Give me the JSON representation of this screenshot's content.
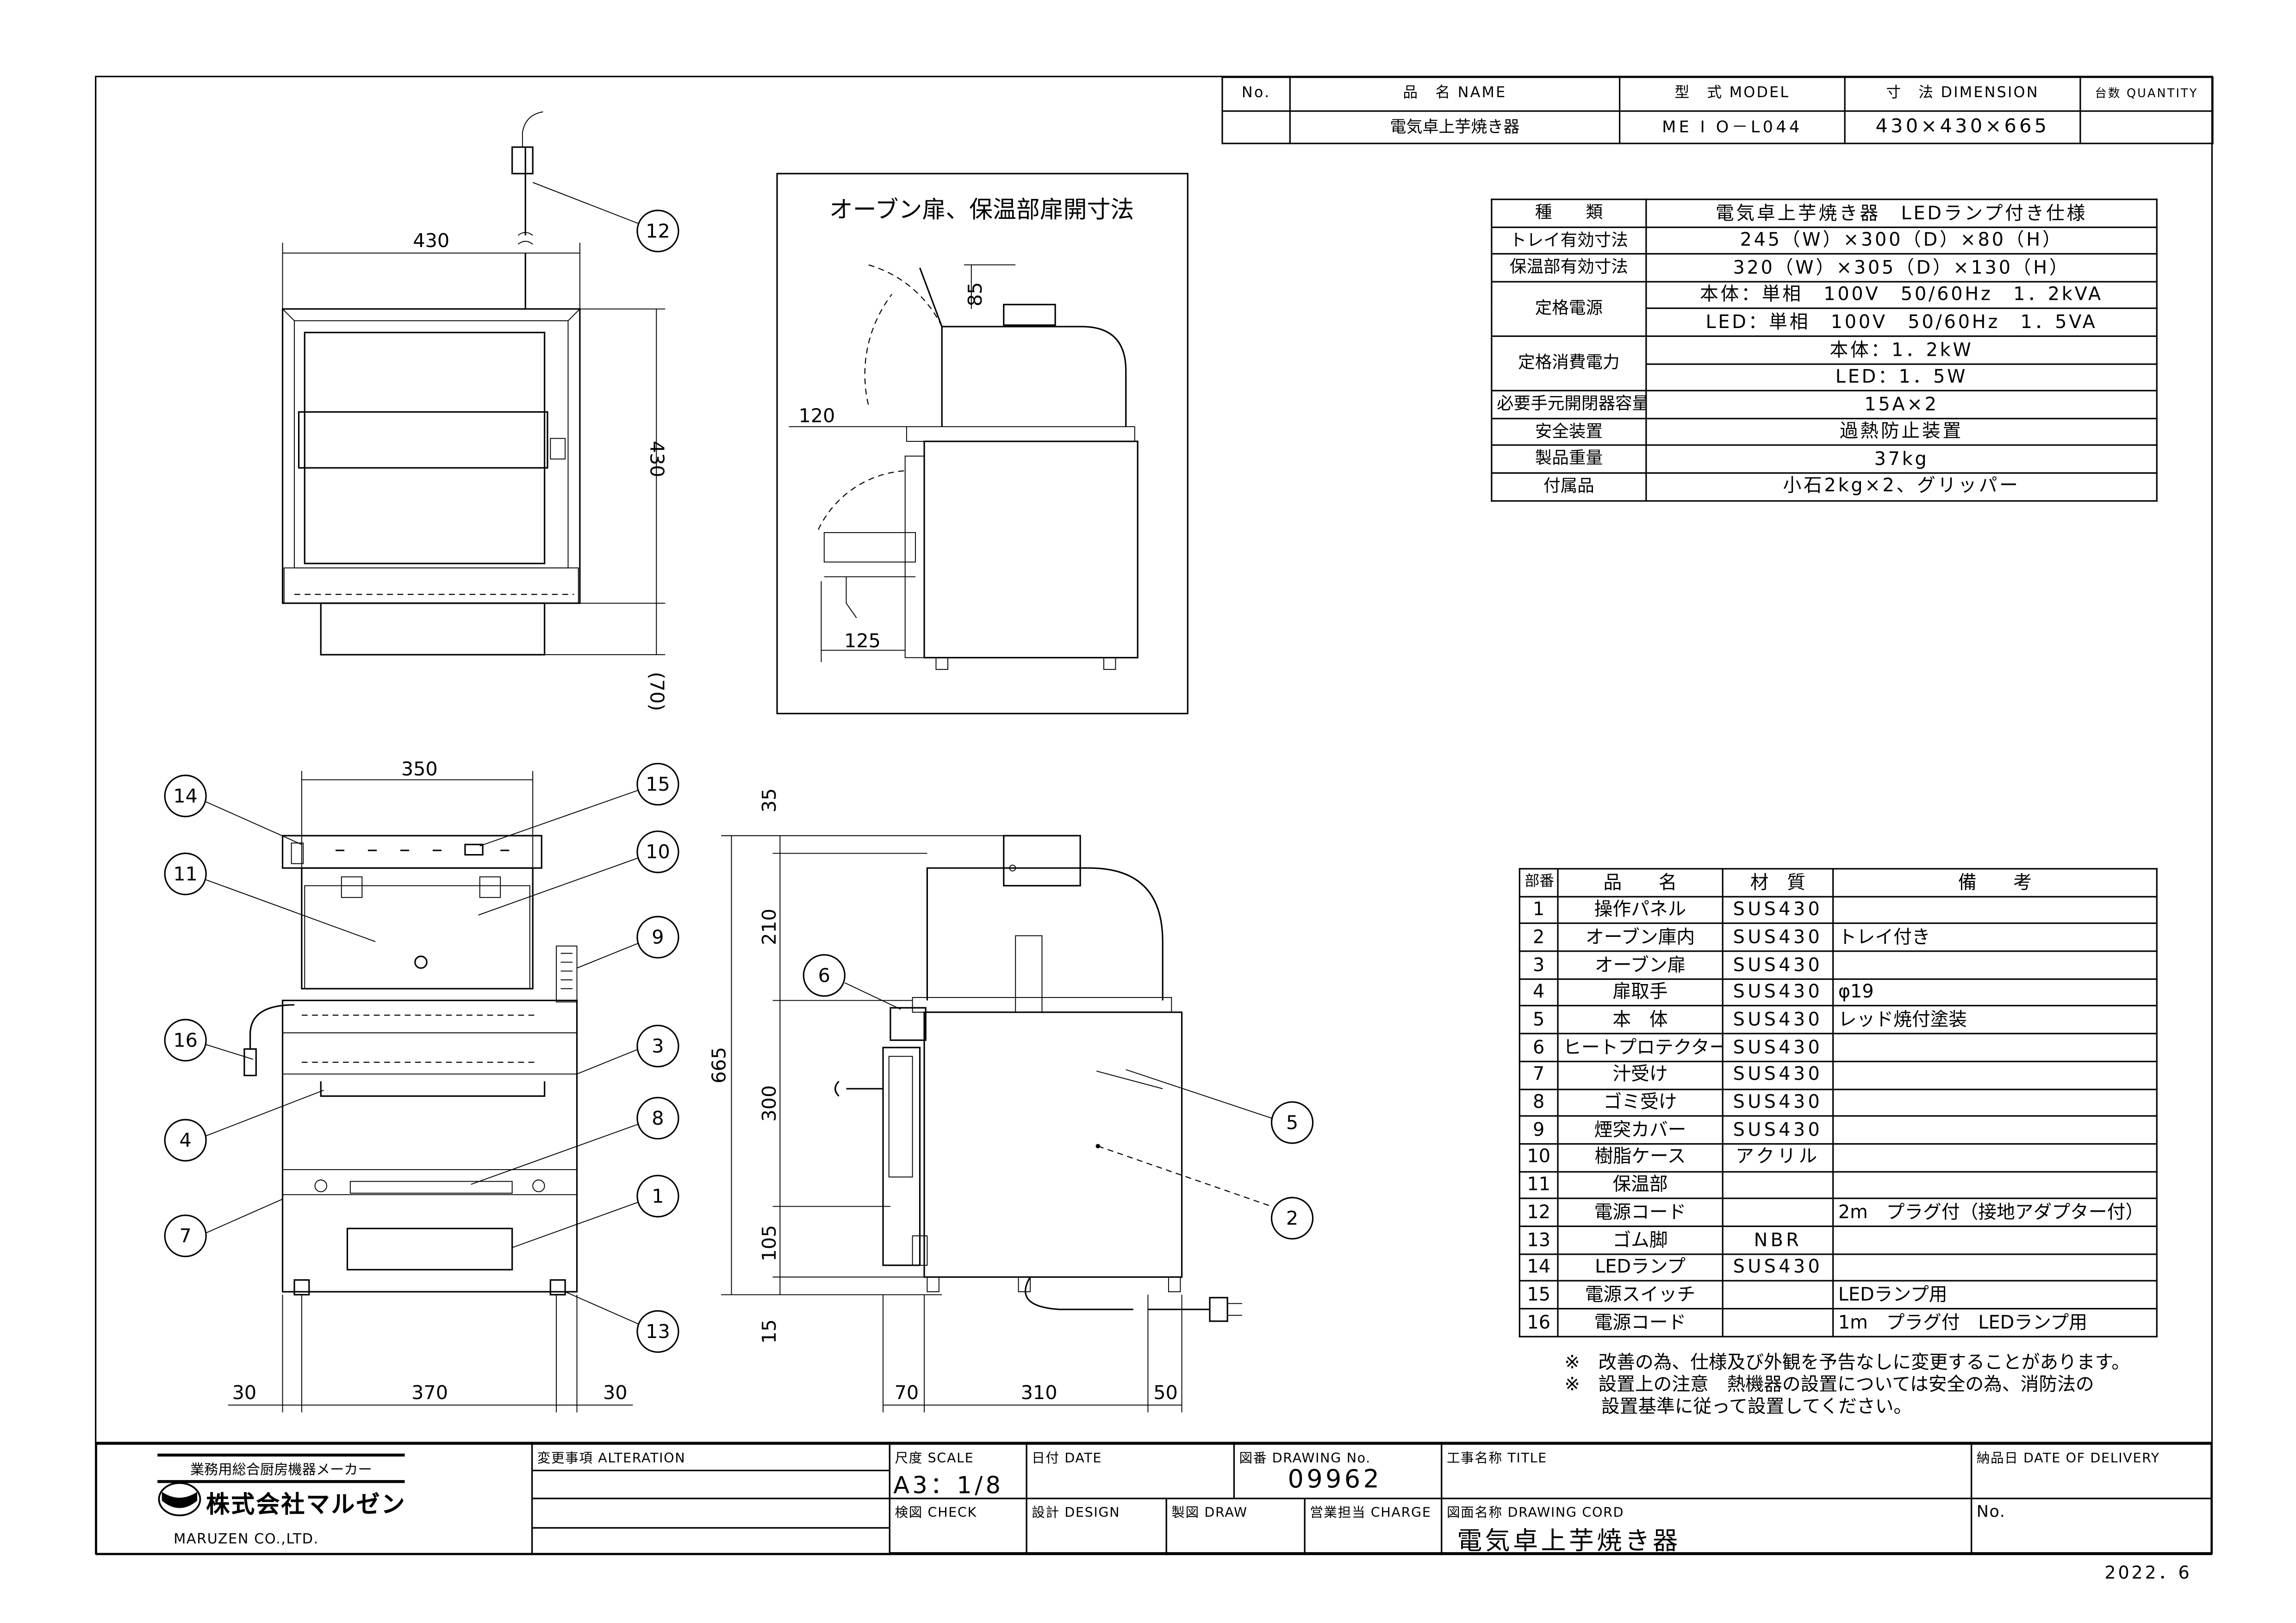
{
  "header_table": {
    "headers": {
      "no": "No.",
      "name": "品　名 NAME",
      "model": "型　式 MODEL",
      "dimension": "寸　法 DIMENSION",
      "quantity": "台数 QUANTITY"
    },
    "row": {
      "no": "",
      "name": "電気卓上芋焼き器",
      "model": "ME I O－L044",
      "dimension": "430×430×665",
      "quantity": ""
    }
  },
  "specs": [
    {
      "label": "種　　類",
      "values": [
        "電気卓上芋焼き器　LEDランプ付き仕様"
      ]
    },
    {
      "label": "トレイ有効寸法",
      "values": [
        "245（W）×300（D）×80（H）"
      ]
    },
    {
      "label": "保温部有効寸法",
      "values": [
        "320（W）×305（D）×130（H）"
      ]
    },
    {
      "label": "定格電源",
      "values": [
        "本体：単相　100V　50/60Hz　1．2kVA",
        "LED：単相　100V　50/60Hz　1．5VA"
      ]
    },
    {
      "label": "定格消費電力",
      "values": [
        "本体：1．2kW",
        "LED：1．5W"
      ]
    },
    {
      "label": "必要手元開閉器容量",
      "values": [
        "15A×2"
      ]
    },
    {
      "label": "安全装置",
      "values": [
        "過熱防止装置"
      ]
    },
    {
      "label": "製品重量",
      "values": [
        "37kg"
      ]
    },
    {
      "label": "付属品",
      "values": [
        "小石2kg×2、グリッパー"
      ]
    }
  ],
  "parts": {
    "headers": [
      "部番",
      "品　　名",
      "材　質",
      "備　　考"
    ],
    "items": [
      [
        "1",
        "操作パネル",
        "SUS430",
        ""
      ],
      [
        "2",
        "オーブン庫内",
        "SUS430",
        "トレイ付き"
      ],
      [
        "3",
        "オーブン扉",
        "SUS430",
        ""
      ],
      [
        "4",
        "扉取手",
        "SUS430",
        "φ19"
      ],
      [
        "5",
        "本　体",
        "SUS430",
        "レッド焼付塗装"
      ],
      [
        "6",
        "ヒートプロテクター",
        "SUS430",
        ""
      ],
      [
        "7",
        "汁受け",
        "SUS430",
        ""
      ],
      [
        "8",
        "ゴミ受け",
        "SUS430",
        ""
      ],
      [
        "9",
        "煙突カバー",
        "SUS430",
        ""
      ],
      [
        "10",
        "樹脂ケース",
        "アクリル",
        ""
      ],
      [
        "11",
        "保温部",
        "",
        ""
      ],
      [
        "12",
        "電源コード",
        "",
        "2m　プラグ付（接地アダプター付）"
      ],
      [
        "13",
        "ゴム脚",
        "NBR",
        ""
      ],
      [
        "14",
        "LEDランプ",
        "SUS430",
        ""
      ],
      [
        "15",
        "電源スイッチ",
        "",
        "LEDランプ用"
      ],
      [
        "16",
        "電源コード",
        "",
        "1m　プラグ付　LEDランプ用"
      ]
    ]
  },
  "notes": [
    "※　改善の為、仕様及び外観を予告なしに変更することがあります。",
    "※　設置上の注意　熱機器の設置については安全の為、消防法の",
    "　　設置基準に従って設置してください。"
  ],
  "title_block": {
    "maker_tagline": "業務用総合厨房機器メーカー",
    "company": "株式会社マルゼン",
    "company_en": "MARUZEN CO.,LTD.",
    "alteration_label": "変更事項 ALTERATION",
    "scale_label": "尺度 SCALE",
    "scale": "A3：1/8",
    "date_label": "日付 DATE",
    "drawing_no_label": "図番 DRAWING No.",
    "drawing_no": "09962",
    "title_label": "工事名称 TITLE",
    "delivery_label": "納品日 DATE OF DELIVERY",
    "check_label": "検図 CHECK",
    "design_label": "設計 DESIGN",
    "draw_label": "製図 DRAW",
    "charge_label": "営業担当 CHARGE",
    "drawing_name_label": "図面名称 DRAWING CORD",
    "drawing_name": "電気卓上芋焼き器",
    "no_label": "No.",
    "issue_date": "2022．6"
  },
  "drawings": {
    "inset_title": "オーブン扉、保温部扉開寸法",
    "callouts": [
      "1",
      "2",
      "3",
      "4",
      "5",
      "6",
      "7",
      "8",
      "9",
      "10",
      "11",
      "12",
      "13",
      "14",
      "15",
      "16"
    ],
    "dims": {
      "top_width": "430",
      "top_depth": "430",
      "top_leg": "(70)",
      "front_width": "350",
      "front_leg_span": "370",
      "front_side_left": "30",
      "front_side_right": "30",
      "side_total": "665",
      "side_35": "35",
      "side_210": "210",
      "side_300": "300",
      "side_105": "105",
      "side_15": "15",
      "side_70": "70",
      "side_310": "310",
      "side_50": "50",
      "inset_85": "85",
      "inset_120": "120",
      "inset_125": "125"
    }
  }
}
